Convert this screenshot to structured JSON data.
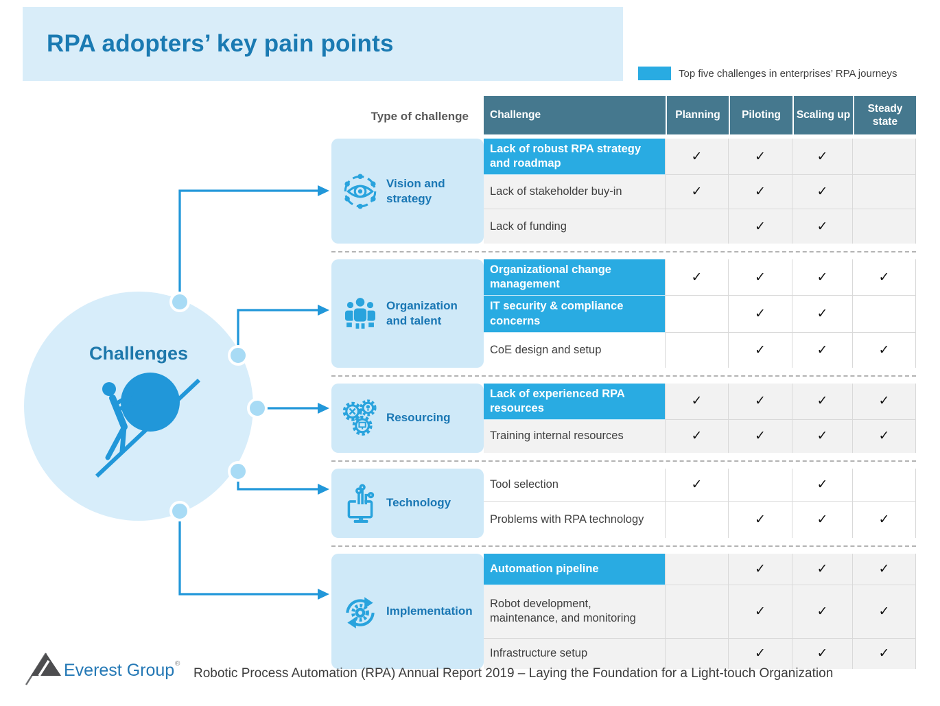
{
  "title": "RPA adopters’ key pain points",
  "legend": {
    "label": "Top five challenges in enterprises’ RPA journeys"
  },
  "diagram": {
    "label": "Challenges"
  },
  "table": {
    "type_of_challenge_label": "Type of challenge",
    "columns": [
      "Challenge",
      "Planning",
      "Piloting",
      "Scaling up",
      "Steady state"
    ],
    "check_glyph": "✓",
    "sections": [
      {
        "category": "Vision and strategy",
        "icon": "vision-icon",
        "rows": [
          {
            "challenge": "Lack of robust RPA strategy and roadmap",
            "highlighted": true,
            "checks": [
              "✓",
              "✓",
              "✓",
              ""
            ]
          },
          {
            "challenge": "Lack of stakeholder buy-in",
            "highlighted": false,
            "checks": [
              "✓",
              "✓",
              "✓",
              ""
            ]
          },
          {
            "challenge": "Lack of funding",
            "highlighted": false,
            "checks": [
              "",
              "✓",
              "✓",
              ""
            ]
          }
        ]
      },
      {
        "category": "Organization and talent",
        "icon": "people-icon",
        "rows": [
          {
            "challenge": "Organizational change management",
            "highlighted": true,
            "checks": [
              "✓",
              "✓",
              "✓",
              "✓"
            ]
          },
          {
            "challenge": "IT security & compliance concerns",
            "highlighted": true,
            "checks": [
              "",
              "✓",
              "✓",
              ""
            ]
          },
          {
            "challenge": "CoE design and setup",
            "highlighted": false,
            "checks": [
              "",
              "✓",
              "✓",
              "✓"
            ]
          }
        ]
      },
      {
        "category": "Resourcing",
        "icon": "gears-icon",
        "rows": [
          {
            "challenge": "Lack of experienced RPA resources",
            "highlighted": true,
            "checks": [
              "✓",
              "✓",
              "✓",
              "✓"
            ]
          },
          {
            "challenge": "Training internal resources",
            "highlighted": false,
            "checks": [
              "✓",
              "✓",
              "✓",
              "✓"
            ]
          }
        ]
      },
      {
        "category": "Technology",
        "icon": "monitor-icon",
        "rows": [
          {
            "challenge": "Tool selection",
            "highlighted": false,
            "checks": [
              "✓",
              "",
              "✓",
              ""
            ]
          },
          {
            "challenge": "Problems with RPA technology",
            "highlighted": false,
            "checks": [
              "",
              "✓",
              "✓",
              "✓"
            ]
          }
        ]
      },
      {
        "category": "Implementation",
        "icon": "cycle-gear-icon",
        "rows": [
          {
            "challenge": "Automation pipeline",
            "highlighted": true,
            "checks": [
              "",
              "✓",
              "✓",
              "✓"
            ]
          },
          {
            "challenge": "Robot development, maintenance, and monitoring",
            "highlighted": false,
            "checks": [
              "",
              "✓",
              "✓",
              "✓"
            ]
          },
          {
            "challenge": "Infrastructure setup",
            "highlighted": false,
            "checks": [
              "",
              "✓",
              "✓",
              "✓"
            ]
          }
        ]
      }
    ]
  },
  "footer": {
    "brand": "Everest Group",
    "reg_mark": "®",
    "text": "Robotic Process Automation (RPA) Annual Report 2019 – Laying the Foundation for a Light-touch Organization"
  },
  "colors": {
    "accent_blue": "#29abe2",
    "header_bg": "#45788e",
    "panel_blue": "#cfe9f8",
    "circle_blue": "#d7edfa",
    "diagram_blue": "#2197d9",
    "title_blue": "#1a7ab2"
  }
}
